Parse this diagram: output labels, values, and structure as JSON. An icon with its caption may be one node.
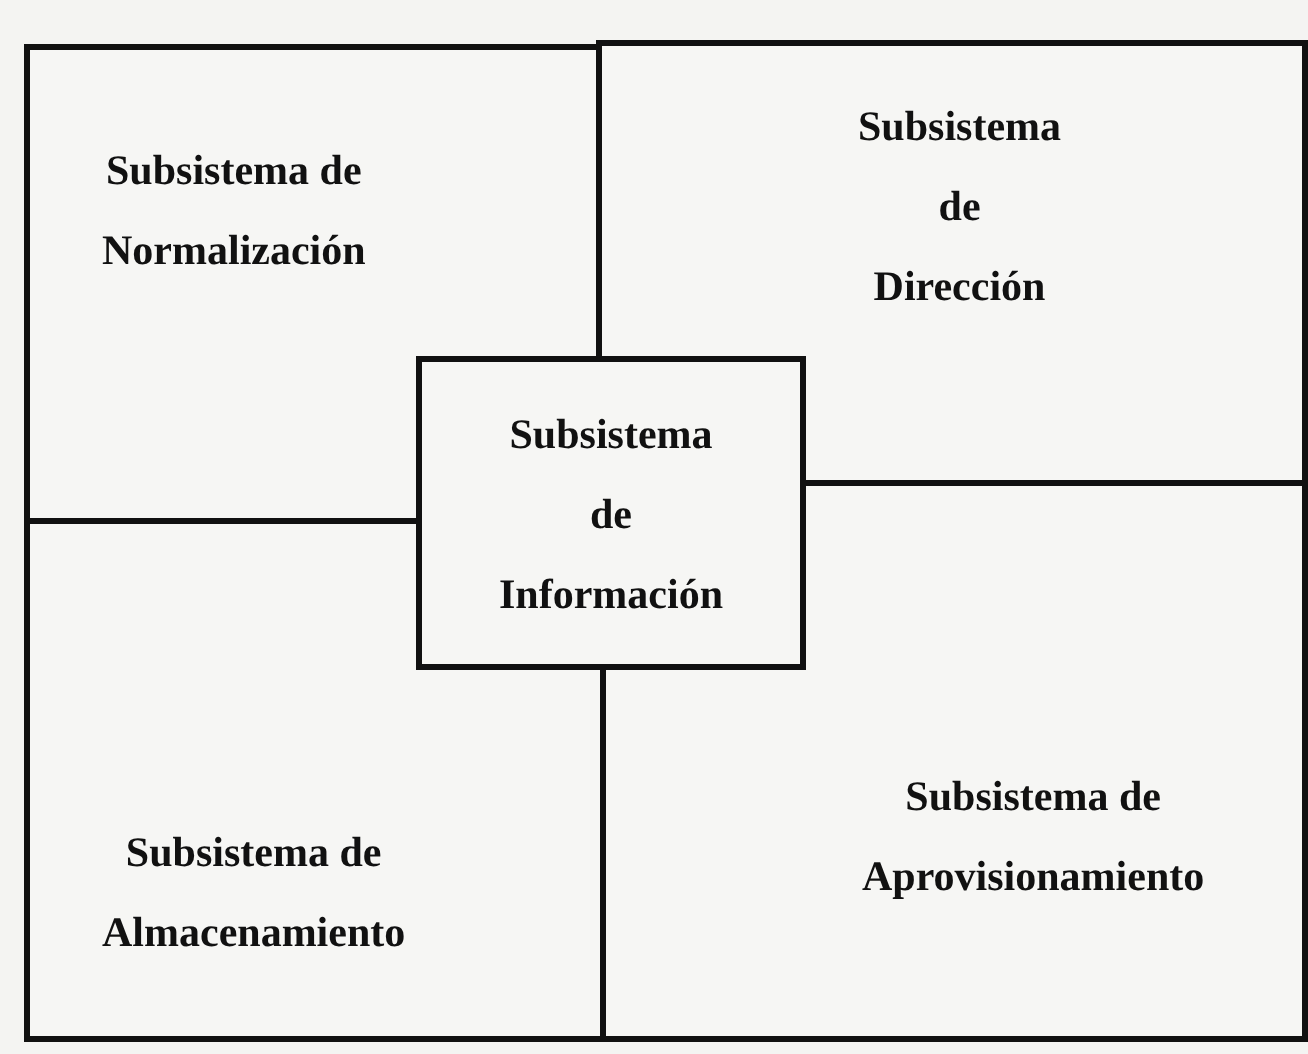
{
  "diagram": {
    "nodes": [
      {
        "text": [
          "Subsistema de Normalización"
        ]
      },
      {
        "text": [
          "Subsistema de Dirección"
        ]
      },
      {
        "text": [
          "Subsistema de Información"
        ]
      },
      {
        "text": [
          "Subsistema de Almacenamiento"
        ]
      },
      {
        "text": [
          "Subsistema de Aprovisionamiento"
        ]
      }
    ]
  }
}
